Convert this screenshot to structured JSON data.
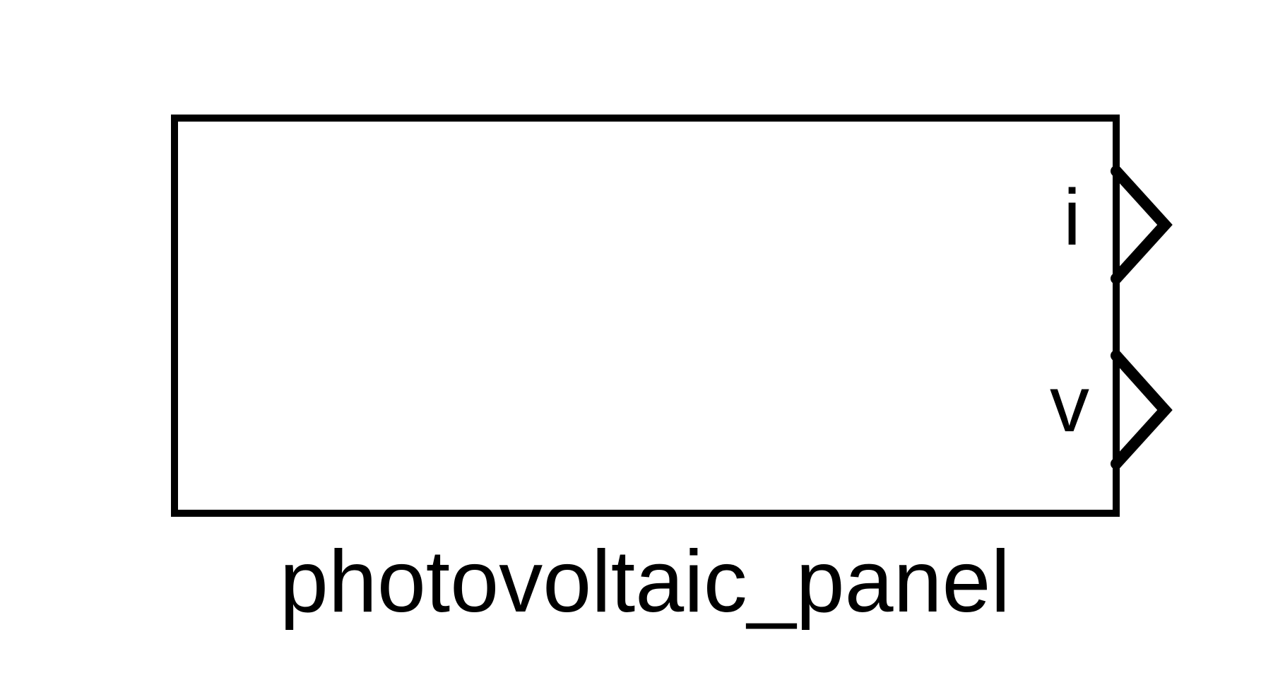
{
  "block": {
    "name": "photovoltaic_panel",
    "ports": [
      {
        "label": "i"
      },
      {
        "label": "v"
      }
    ]
  },
  "colors": {
    "stroke": "#000000",
    "background": "#ffffff"
  }
}
